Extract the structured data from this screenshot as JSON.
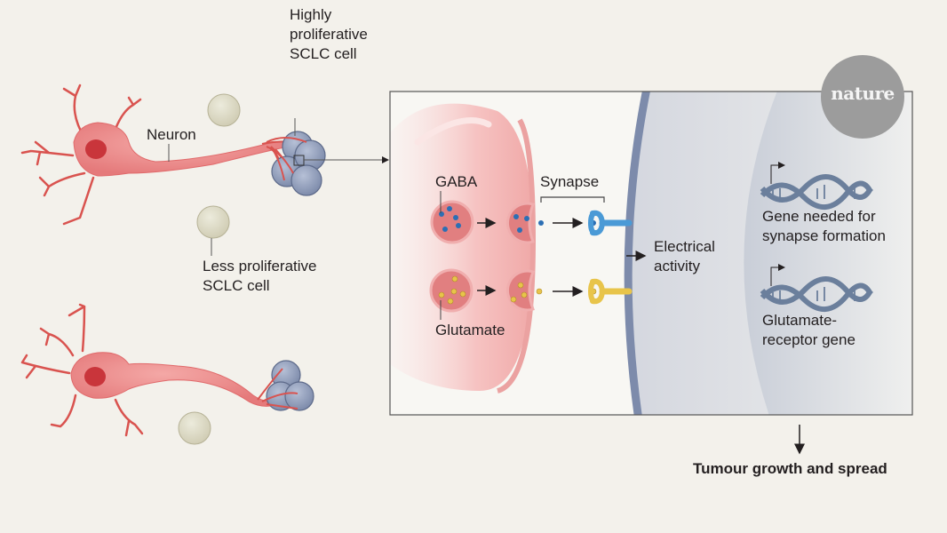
{
  "labels": {
    "highly_proliferative": [
      "Highly",
      "proliferative",
      "SCLC cell"
    ],
    "neuron": "Neuron",
    "less_proliferative": [
      "Less proliferative",
      "SCLC cell"
    ],
    "gaba": "GABA",
    "glutamate": "Glutamate",
    "synapse": "Synapse",
    "electrical_activity": [
      "Electrical",
      "activity"
    ],
    "gene_synapse": [
      "Gene needed for",
      "synapse formation"
    ],
    "gene_glutamate": [
      "Glutamate-",
      "receptor gene"
    ],
    "outcome": "Tumour growth and spread"
  },
  "logo": "nature",
  "colors": {
    "background": "#f3f1eb",
    "neuron": "#e8787a",
    "neuron_nucleus": "#c9353b",
    "tumour_cell": "#8a97b4",
    "less_prolif_cell": "#d9d6c2",
    "gaba": "#2c6fb4",
    "gaba_receptor": "#4a9ad6",
    "glutamate": "#e8c44a",
    "membrane": "#7d8bab",
    "dna": "#6b7f9c"
  }
}
